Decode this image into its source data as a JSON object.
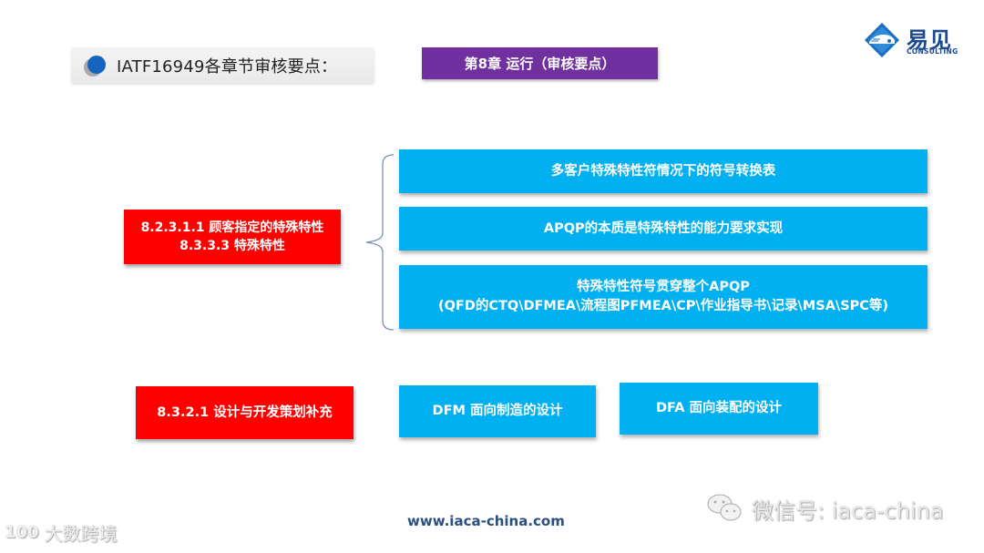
{
  "header": {
    "title": "IATF16949各章节审核要点：",
    "chapter_label": "第8章   运行（审核要点）"
  },
  "logo": {
    "name_cn": "易见",
    "name_en": "CONSULTING",
    "icon": "car-diamond-logo-icon"
  },
  "section1": {
    "clause_lines": [
      "8.2.3.1.1 顾客指定的特殊特性",
      "8.3.3.3 特殊特性"
    ],
    "items": [
      {
        "lines": [
          "多客户特殊特性符情况下的符号转换表"
        ]
      },
      {
        "lines": [
          "APQP的本质是特殊特性的能力要求实现"
        ]
      },
      {
        "lines": [
          "特殊特性符号贯穿整个APQP",
          "(QFD的CTQ\\DFMEA\\流程图PFMEA\\CP\\作业指导书\\记录\\MSA\\SPC等)"
        ]
      }
    ]
  },
  "section2": {
    "clause": "8.3.2.1 设计与开发策划补充",
    "items": [
      {
        "label": "DFM 面向制造的设计"
      },
      {
        "label": "DFA 面向装配的设计"
      }
    ]
  },
  "footer": {
    "url": "www.iaca-china.com",
    "wechat": "微信号: iaca-china",
    "watermark": "大数跨境",
    "watermark_logo": "100"
  },
  "colors": {
    "red": "#ff0000",
    "blue": "#00b0f0",
    "purple": "#7030a0",
    "brand_blue": "#1b4a8f"
  }
}
